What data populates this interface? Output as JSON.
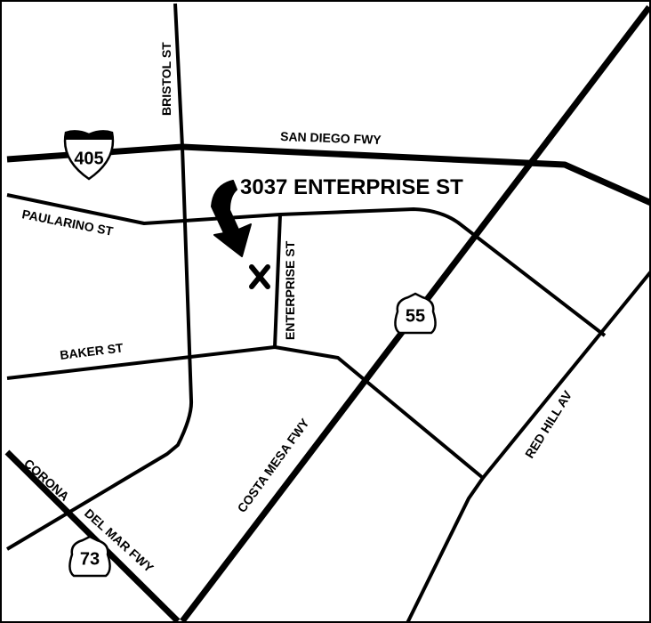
{
  "destination": {
    "address": "3037 ENTERPRISE ST",
    "marker_icon": "x-marker-icon",
    "pointer_icon": "curved-arrow-icon"
  },
  "streets": {
    "bristol": "BRISTOL ST",
    "san_diego_fwy": "SAN DIEGO FWY",
    "paularino": "PAULARINO ST",
    "enterprise": "ENTERPRISE ST",
    "baker": "BAKER ST",
    "costa_mesa_fwy": "COSTA MESA FWY",
    "red_hill": "RED HILL AV",
    "corona": "CORONA",
    "del_mar_fwy": "DEL MAR FWY"
  },
  "shields": {
    "i405": {
      "number": "405",
      "icon": "interstate-shield-icon"
    },
    "sr55": {
      "number": "55",
      "icon": "state-route-shield-icon"
    },
    "sr73": {
      "number": "73",
      "icon": "state-route-shield-icon"
    }
  },
  "colors": {
    "ink": "#000000",
    "paper": "#ffffff",
    "interstate_top": "#000000"
  }
}
